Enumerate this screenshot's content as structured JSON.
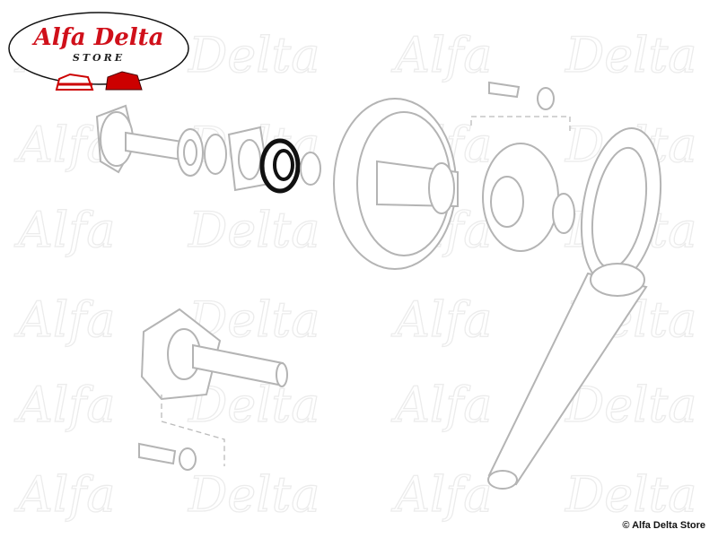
{
  "logo": {
    "brand": "Alfa Delta",
    "subtitle": "STORE"
  },
  "watermark": "Alfa Delta",
  "copyright": "© Alfa Delta Store",
  "colors": {
    "highlight": "#111111",
    "part_outline": "#b4b4b4",
    "logo_red": "#d0101a"
  }
}
